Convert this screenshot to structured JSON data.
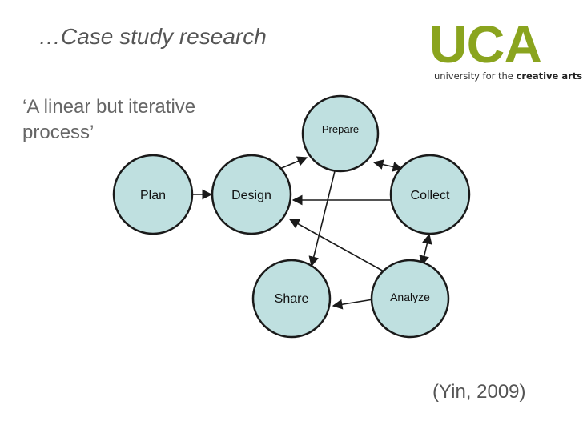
{
  "slide": {
    "title": "…Case study research",
    "quote_line1": "‘A linear but iterative",
    "quote_line2": "process’",
    "citation": "(Yin, 2009)"
  },
  "logo": {
    "mark": "UCA",
    "tagline_prefix": "university for the ",
    "tagline_bold": "creative arts",
    "color": "#8aa41e"
  },
  "diagram": {
    "nodes": [
      {
        "id": "plan",
        "label": "Plan"
      },
      {
        "id": "design",
        "label": "Design"
      },
      {
        "id": "prepare",
        "label": "Prepare"
      },
      {
        "id": "collect",
        "label": "Collect"
      },
      {
        "id": "analyze",
        "label": "Analyze"
      },
      {
        "id": "share",
        "label": "Share"
      }
    ],
    "edges": [
      {
        "from": "plan",
        "to": "design",
        "direction": "forward"
      },
      {
        "from": "design",
        "to": "prepare",
        "direction": "forward"
      },
      {
        "from": "prepare",
        "to": "collect",
        "direction": "both"
      },
      {
        "from": "collect",
        "to": "design",
        "direction": "forward"
      },
      {
        "from": "collect",
        "to": "analyze",
        "direction": "both"
      },
      {
        "from": "analyze",
        "to": "design",
        "direction": "forward"
      },
      {
        "from": "analyze",
        "to": "share",
        "direction": "forward"
      },
      {
        "from": "prepare",
        "to": "share",
        "direction": "forward"
      }
    ],
    "node_fill": "#bfe0e0",
    "stroke_color": "#1a1a1a"
  }
}
